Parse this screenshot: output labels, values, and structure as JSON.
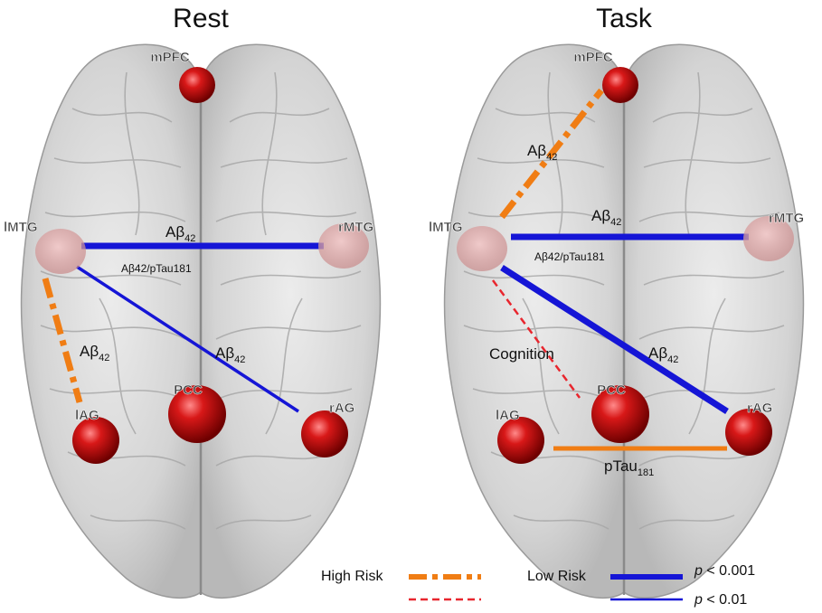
{
  "panels": [
    {
      "title": "Rest"
    },
    {
      "title": "Task"
    }
  ],
  "nodes": {
    "mpfc": "mPFC",
    "lmtg": "lMTG",
    "rmtg": "rMTG",
    "pcc": "PCC",
    "lag": "lAG",
    "rag": "rAG"
  },
  "edge_labels": {
    "abeta_main": "Aβ",
    "abeta_sub": "42",
    "ratio": "Aβ42/pTau181",
    "cognition": "Cognition",
    "ptau_main": "pTau",
    "ptau_sub": "181"
  },
  "legend": {
    "high_risk": "High Risk",
    "low_risk": "Low Risk",
    "p_strong_sym": "p",
    "p_strong_val": " < 0.001",
    "p_weak_sym": "p",
    "p_weak_val": " < 0.01"
  },
  "colors": {
    "high_risk": "#f07d14",
    "high_risk_weak": "#e8262e",
    "low_risk": "#1515d6",
    "node": "#c81010",
    "brain": "#d2d2d2"
  }
}
